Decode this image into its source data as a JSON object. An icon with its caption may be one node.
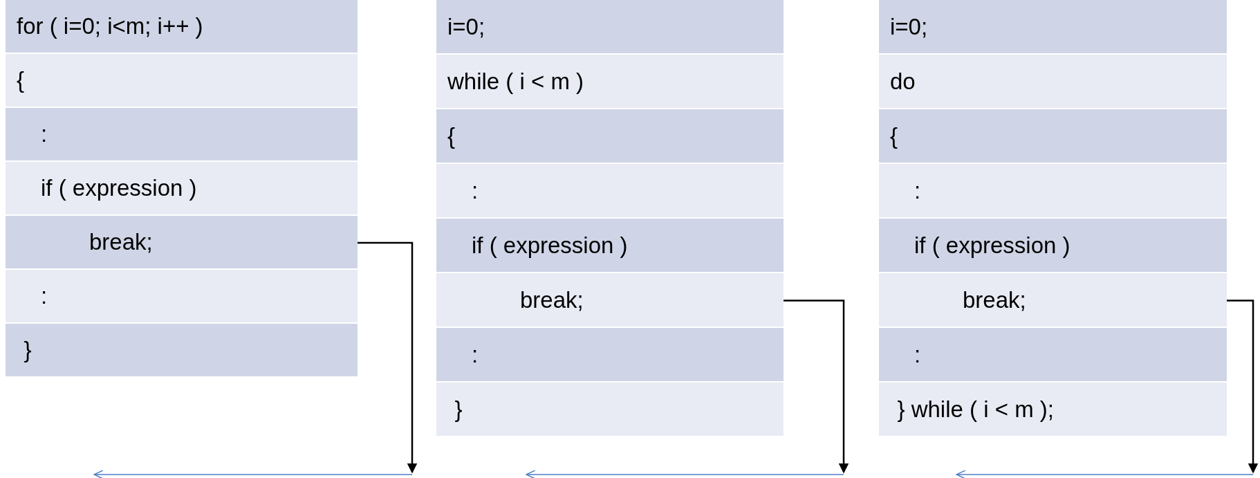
{
  "diagram": {
    "nodes": [
      {
        "text": [
          "for ( i=0; i<m; i++ )"
        ]
      },
      {
        "text": [
          "{"
        ]
      },
      {
        "text": [
          ":"
        ]
      },
      {
        "text": [
          "if ( expression )"
        ]
      },
      {
        "text": [
          "break;"
        ]
      },
      {
        "text": [
          ":"
        ]
      },
      {
        "text": [
          "}"
        ]
      },
      {
        "text": [
          "i=0;"
        ]
      },
      {
        "text": [
          "while ( i < m )"
        ]
      },
      {
        "text": [
          "{"
        ]
      },
      {
        "text": [
          ":"
        ]
      },
      {
        "text": [
          "if ( expression )"
        ]
      },
      {
        "text": [
          "break;"
        ]
      },
      {
        "text": [
          ":"
        ]
      },
      {
        "text": [
          "}"
        ]
      },
      {
        "text": [
          "i=0;"
        ]
      },
      {
        "text": [
          "do"
        ]
      },
      {
        "text": [
          "{"
        ]
      },
      {
        "text": [
          ":"
        ]
      },
      {
        "text": [
          "if ( expression )"
        ]
      },
      {
        "text": [
          "break;"
        ]
      },
      {
        "text": [
          ":"
        ]
      },
      {
        "text": [
          "} while ( i < m );"
        ]
      }
    ],
    "edges": [
      {
        "from": 4,
        "to": null,
        "arrow": "to"
      },
      {
        "from": 12,
        "to": null,
        "arrow": "to"
      },
      {
        "from": 20,
        "to": null,
        "arrow": "to"
      }
    ]
  }
}
